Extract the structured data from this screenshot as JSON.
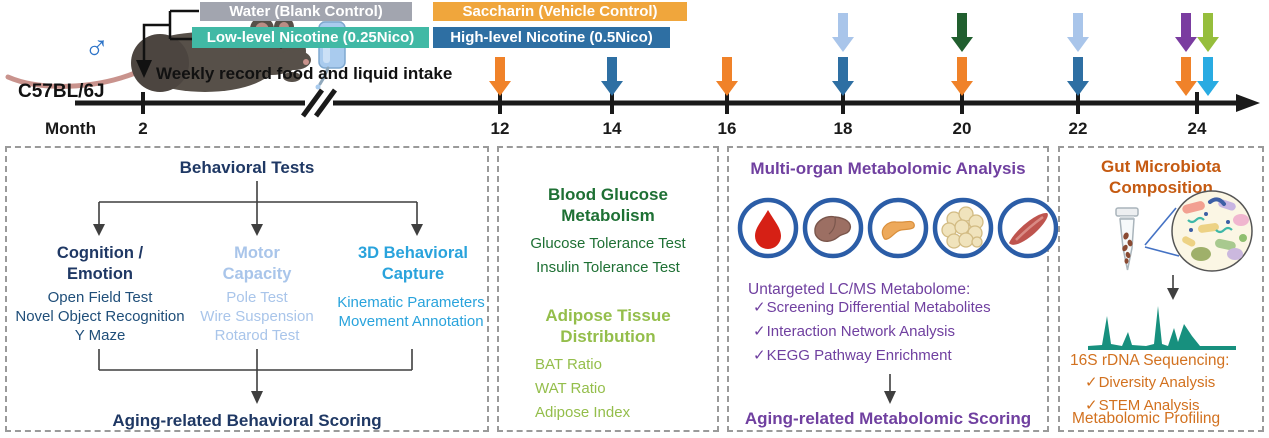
{
  "subject": {
    "sex_symbol": "♂",
    "strain": "C57BL/6J"
  },
  "groups": [
    {
      "label": "Water (Blank Control)",
      "color": "#A2A5AF"
    },
    {
      "label": "Low-level Nicotine (0.25Nico)",
      "color": "#41B9A5"
    },
    {
      "label": "Saccharin (Vehicle Control)",
      "color": "#F0A63C"
    },
    {
      "label": "High-level Nicotine (0.5Nico)",
      "color": "#2E6FA3"
    }
  ],
  "timeline": {
    "note": "Weekly record food and liquid intake",
    "axis_label": "Month",
    "months": [
      "2",
      "12",
      "14",
      "16",
      "18",
      "20",
      "22",
      "24"
    ],
    "events": [
      {
        "month": "12",
        "arrow_colors": [
          "orange"
        ]
      },
      {
        "month": "14",
        "arrow_colors": [
          "steelblue"
        ]
      },
      {
        "month": "16",
        "arrow_colors": [
          "orange"
        ]
      },
      {
        "month": "18",
        "arrow_colors": [
          "periwinkle",
          "steelblue"
        ]
      },
      {
        "month": "20",
        "arrow_colors": [
          "darkgreen",
          "orange"
        ]
      },
      {
        "month": "22",
        "arrow_colors": [
          "periwinkle",
          "steelblue"
        ]
      },
      {
        "month": "24",
        "arrow_colors": [
          "purple",
          "yellowgreen",
          "orange",
          "cyan"
        ]
      }
    ]
  },
  "colors": {
    "arrow_orange": "#F08229",
    "arrow_steelblue": "#2E6FA3",
    "arrow_periwinkle": "#A9C5EA",
    "arrow_darkgreen": "#215F2F",
    "arrow_purple": "#7A3CA0",
    "arrow_yellowgreen": "#96BE3C",
    "arrow_cyan": "#29ABE2",
    "group_gray": "#A2A5AF",
    "group_teal": "#41B9A5",
    "group_amber": "#F0A63C",
    "group_blue": "#2E6FA3",
    "navy": "#1F3864",
    "periwinkle": "#A9C5EA",
    "bright_blue": "#29A3DC",
    "dark_green": "#1E7034",
    "light_green": "#94BE4B",
    "purple": "#7040A0",
    "orange_text": "#D2711F",
    "organ_circle_border": "#2B5DA7",
    "chromatogram_teal": "#17907E"
  },
  "panels": {
    "behavioral": {
      "title": "Behavioral Tests",
      "columns": [
        {
          "heading": "Cognition / Emotion",
          "items": [
            "Open Field Test",
            "Novel Object Recognition",
            "Y Maze"
          ]
        },
        {
          "heading": "Motor Capacity",
          "items": [
            "Pole Test",
            "Wire Suspension",
            "Rotarod Test"
          ]
        },
        {
          "heading": "3D Behavioral Capture",
          "items": [
            "Kinematic Parameters",
            "Movement Annotation"
          ]
        }
      ],
      "footer": "Aging-related Behavioral Scoring"
    },
    "glucose": {
      "section1_title": "Blood Glucose Metabolism",
      "section1_items": [
        "Glucose Tolerance Test",
        "Insulin Tolerance Test"
      ],
      "section2_title": "Adipose Tissue Distribution",
      "section2_items": [
        "BAT Ratio",
        "WAT Ratio",
        "Adipose Index"
      ]
    },
    "metabolomic": {
      "title": "Multi-organ Metabolomic Analysis",
      "organs": [
        "blood",
        "liver",
        "pancreas",
        "adipose",
        "muscle"
      ],
      "subtitle": "Untargeted LC/MS Metabolome:",
      "check": "✓",
      "items": [
        "Screening Differential Metabolites",
        "Interaction Network Analysis",
        "KEGG Pathway Enrichment"
      ],
      "footer": "Aging-related Metabolomic Scoring"
    },
    "microbiota": {
      "title": "Gut Microbiota Composition",
      "subtitle": "16S rDNA Sequencing:",
      "check": "✓",
      "items": [
        "Diversity Analysis",
        "STEM Analysis"
      ],
      "footer": "Metabolomic Profiling"
    }
  }
}
